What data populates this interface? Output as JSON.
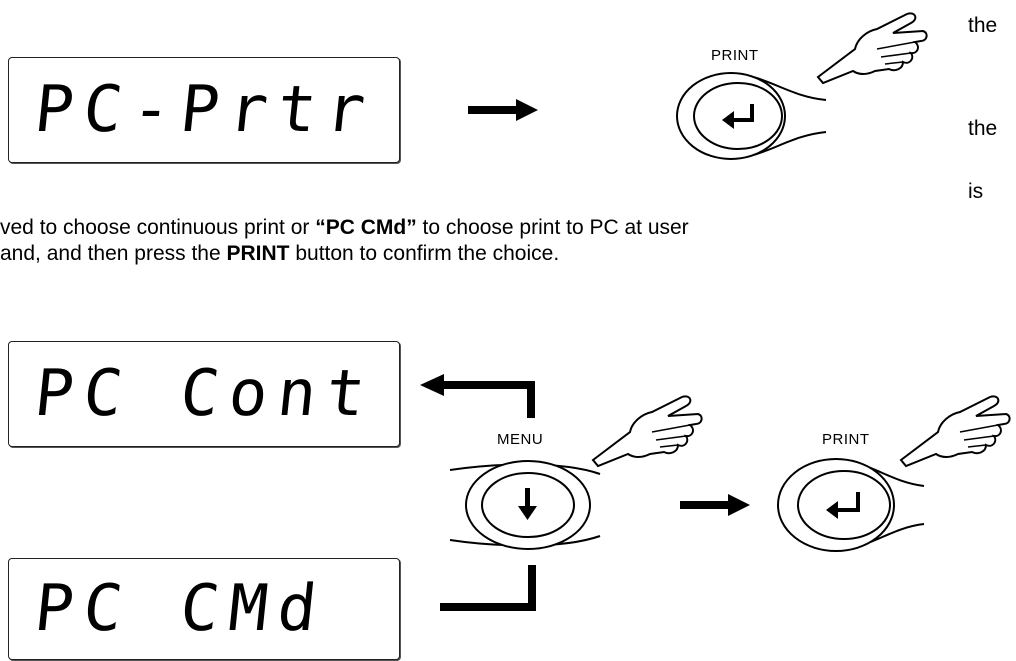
{
  "displays": {
    "top": "PC-Prtr",
    "cont": "PC Cont",
    "cmd": "PC CMd"
  },
  "buttons": {
    "print_top": "PRINT",
    "menu": "MENU",
    "print_bottom": "PRINT"
  },
  "side_words": [
    "the",
    "the",
    "is"
  ],
  "paragraph": {
    "line1_a": "ved to choose continuous print or ",
    "line1_b": "“PC CMd”",
    "line1_c": " to choose print to PC at user",
    "line2_a": "and, and then press the ",
    "line2_b": "PRINT",
    "line2_c": " button to confirm the choice."
  },
  "icons": [
    "pointing-hand-icon",
    "enter-arrow-icon",
    "down-arrow-icon",
    "right-arrow-icon"
  ]
}
